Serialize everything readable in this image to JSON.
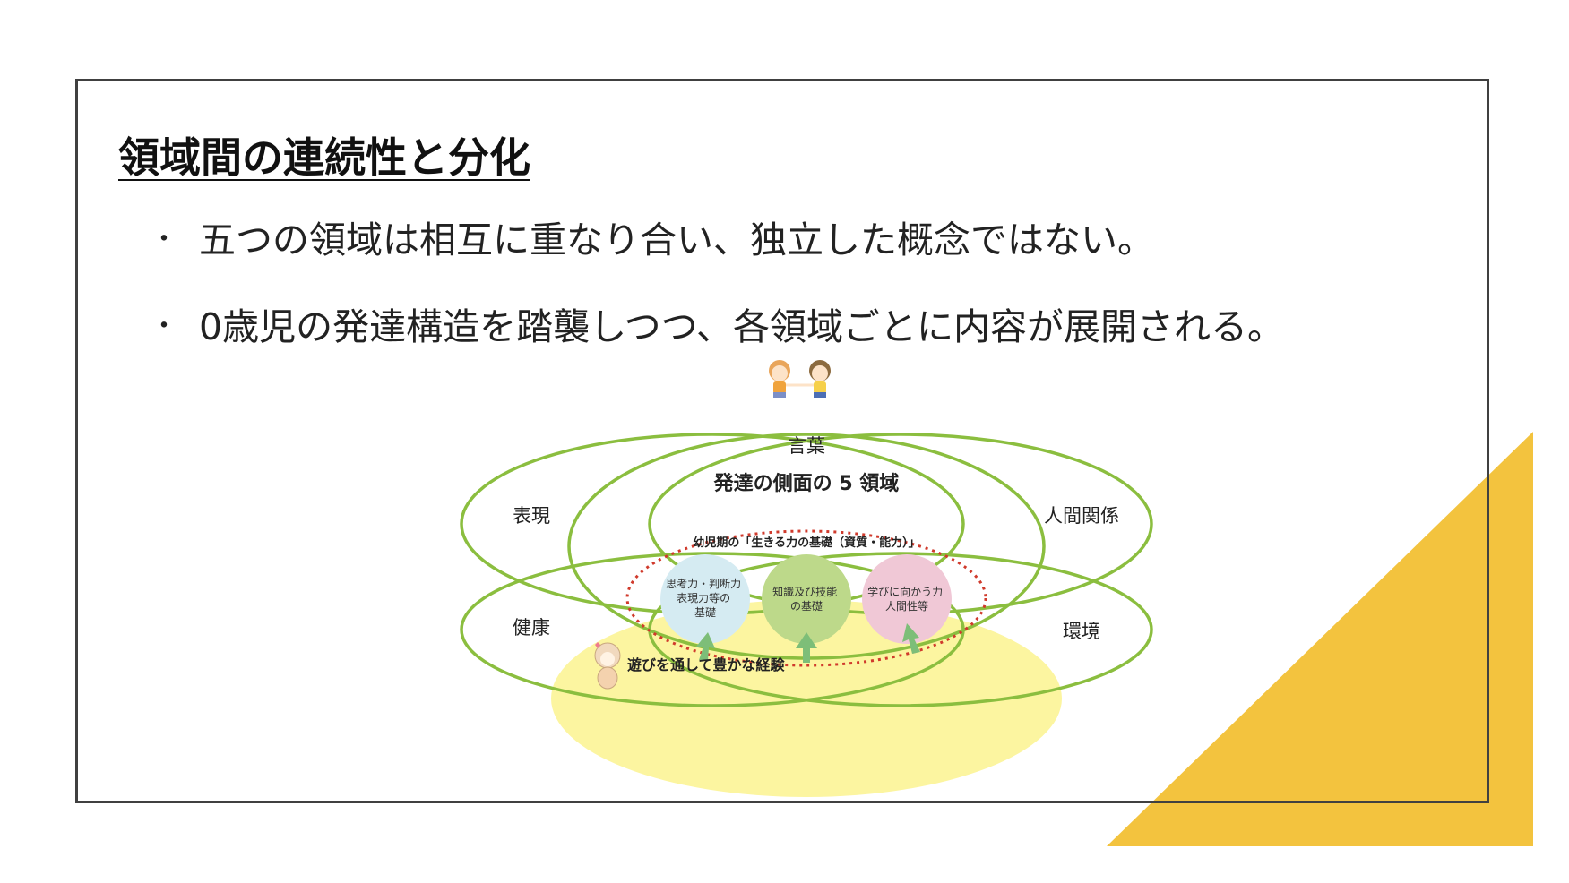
{
  "slide": {
    "title": "領域間の連続性と分化",
    "bullets": [
      "五つの領域は相互に重なり合い、独立した概念ではない。",
      "0歳児の発達構造を踏襲しつつ、各領域ごとに内容が展開される。"
    ],
    "bullet_marker": "・",
    "accent_color": "#F3C33E"
  },
  "diagram": {
    "heading": "発達の側面の 5 領域",
    "domains": [
      "言葉",
      "表現",
      "人間関係",
      "健康",
      "環境"
    ],
    "foundation_title": "幼児期の「生きる力の基礎（資質・能力）」",
    "pillars": [
      {
        "lines": [
          "思考力・判断力",
          "表現力等の",
          "基礎"
        ],
        "color": "#D5EBF2"
      },
      {
        "lines": [
          "知識及び技能",
          "の基礎"
        ],
        "color": "#BDD98A"
      },
      {
        "lines": [
          "学びに向かう力",
          "人間性等"
        ],
        "color": "#F0C8D6"
      }
    ],
    "play_label": "遊びを通して豊かな経験",
    "colors": {
      "ring": "#8BBE3F",
      "play_area": "#FCF5A0",
      "dotted": "#D03A2C",
      "arrow": "#7DBE78"
    }
  }
}
